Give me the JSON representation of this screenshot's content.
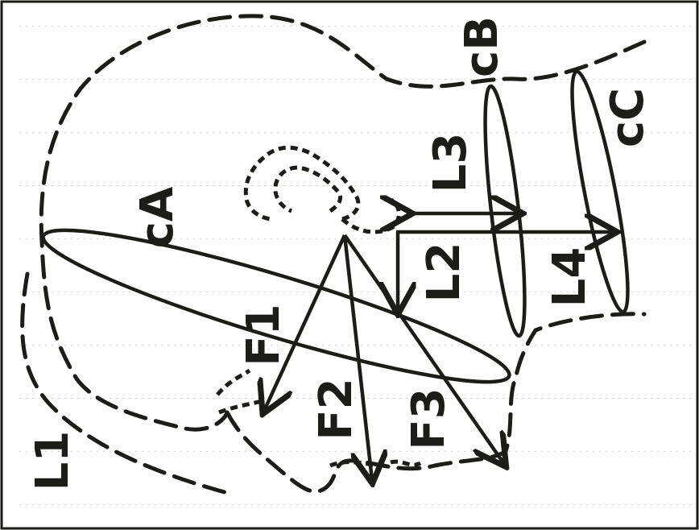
{
  "labels": {
    "cA": "cA",
    "cB": "cB",
    "cC": "cC",
    "L1": "L1",
    "L2": "L2",
    "L3": "L3",
    "L4": "L4",
    "F1": "F1",
    "F2": "F2",
    "F3": "F3"
  },
  "colors": {
    "ink": "#1c1c18",
    "background": "#ffffff",
    "grid": "#d4d4d4",
    "frame": "#1c1c18"
  }
}
